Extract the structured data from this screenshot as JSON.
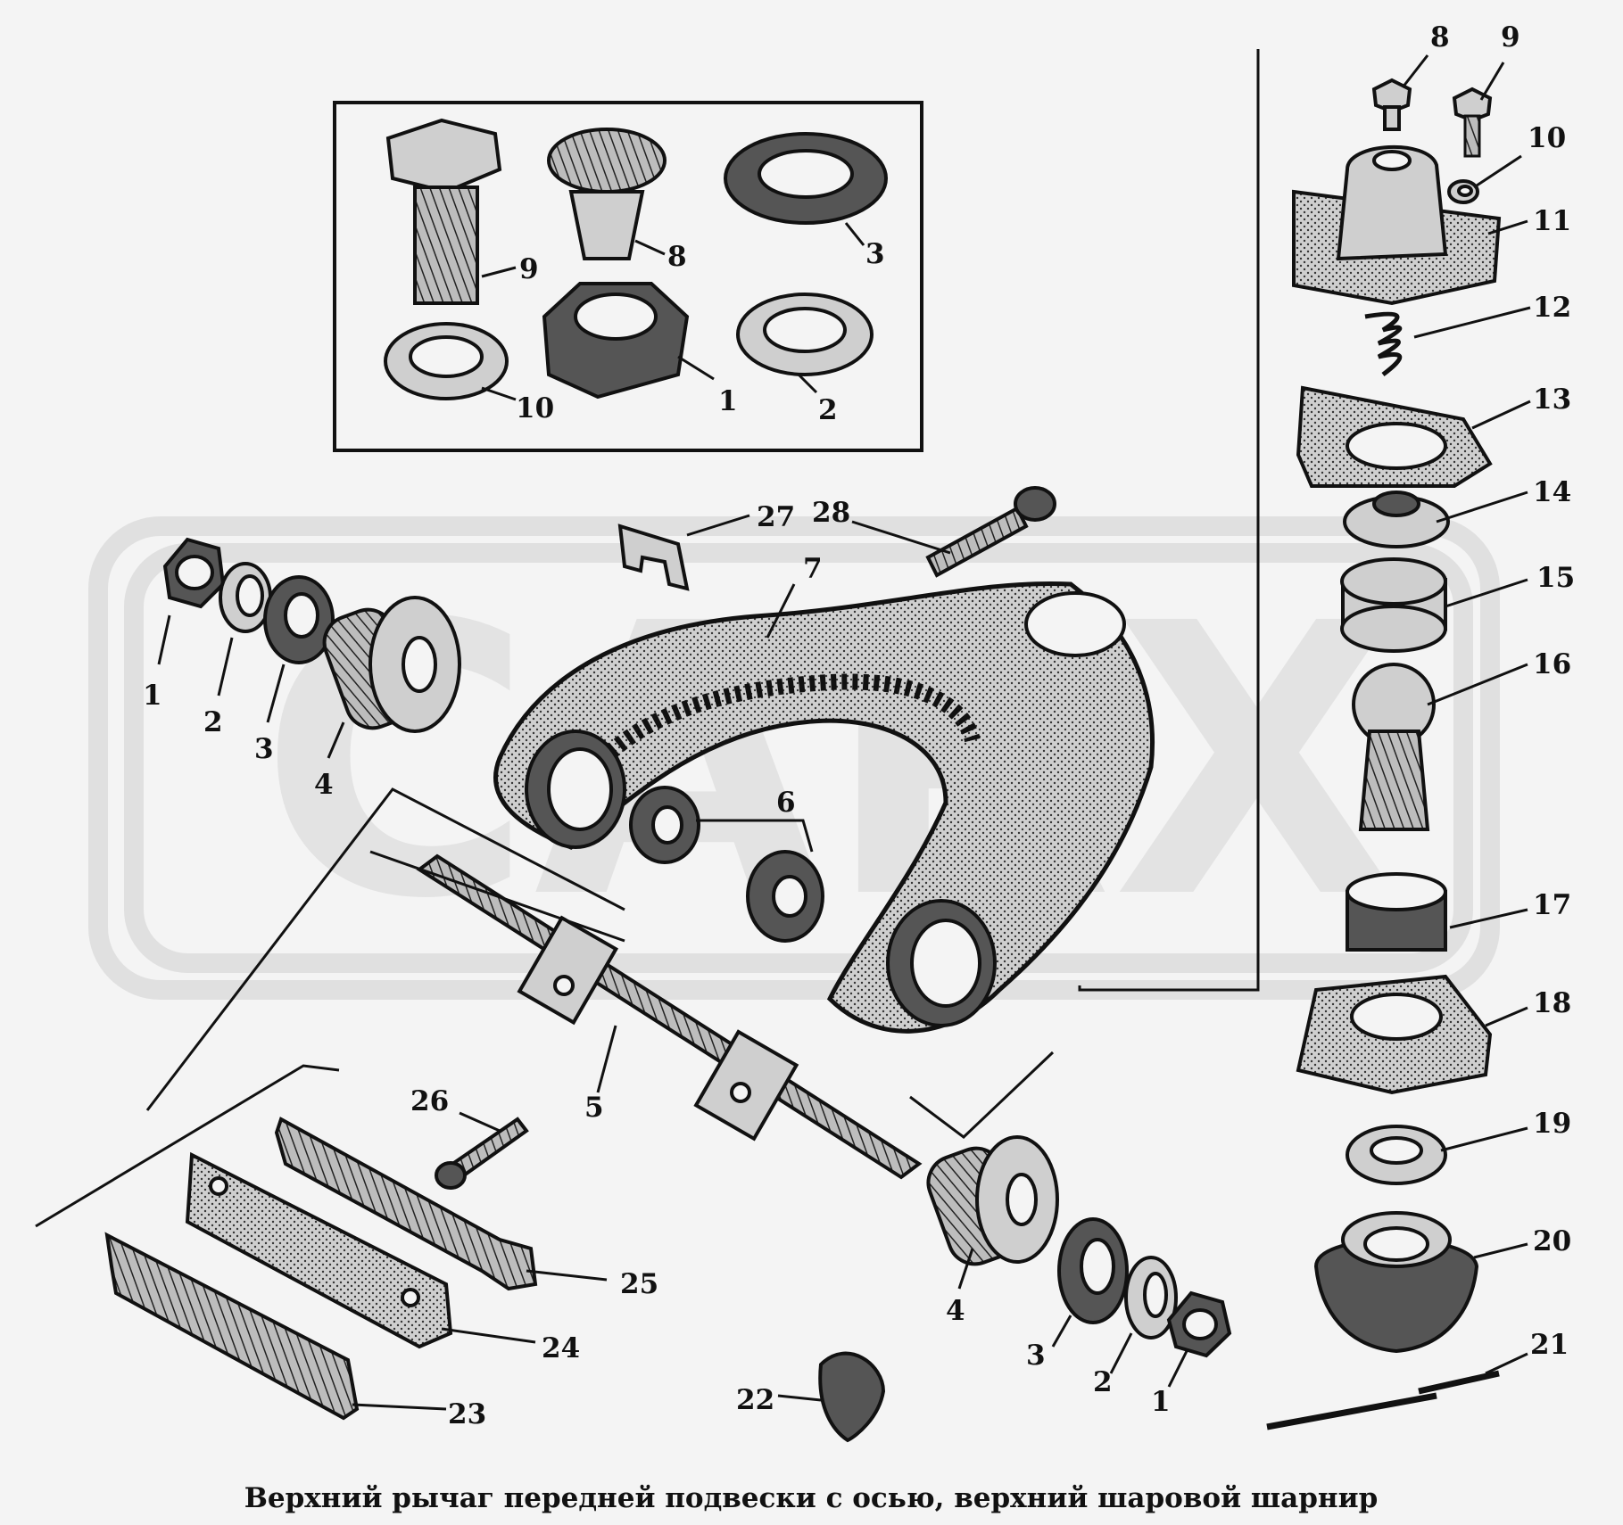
{
  "caption": "Верхний рычаг передней подвески с осью, верхний шаровой шарнир",
  "watermark": "CARX",
  "callouts": [
    {
      "id": "inset-9",
      "text": "9"
    },
    {
      "id": "inset-8",
      "text": "8"
    },
    {
      "id": "inset-3",
      "text": "3"
    },
    {
      "id": "inset-10",
      "text": "10"
    },
    {
      "id": "inset-1",
      "text": "1"
    },
    {
      "id": "inset-2",
      "text": "2"
    },
    {
      "id": "left-1",
      "text": "1"
    },
    {
      "id": "left-2",
      "text": "2"
    },
    {
      "id": "left-3",
      "text": "3"
    },
    {
      "id": "left-4",
      "text": "4"
    },
    {
      "id": "arm-27",
      "text": "27"
    },
    {
      "id": "arm-28",
      "text": "28"
    },
    {
      "id": "arm-7",
      "text": "7"
    },
    {
      "id": "arm-6",
      "text": "6"
    },
    {
      "id": "shaft-5",
      "text": "5"
    },
    {
      "id": "bolt-26",
      "text": "26"
    },
    {
      "id": "plate-25",
      "text": "25"
    },
    {
      "id": "plate-24",
      "text": "24"
    },
    {
      "id": "plate-23",
      "text": "23"
    },
    {
      "id": "cap-22",
      "text": "22"
    },
    {
      "id": "right-4",
      "text": "4"
    },
    {
      "id": "right-3",
      "text": "3"
    },
    {
      "id": "right-2",
      "text": "2"
    },
    {
      "id": "right-1",
      "text": "1"
    },
    {
      "id": "joint-8",
      "text": "8"
    },
    {
      "id": "joint-9",
      "text": "9"
    },
    {
      "id": "joint-10",
      "text": "10"
    },
    {
      "id": "joint-11",
      "text": "11"
    },
    {
      "id": "joint-12",
      "text": "12"
    },
    {
      "id": "joint-13",
      "text": "13"
    },
    {
      "id": "joint-14",
      "text": "14"
    },
    {
      "id": "joint-15",
      "text": "15"
    },
    {
      "id": "joint-16",
      "text": "16"
    },
    {
      "id": "joint-17",
      "text": "17"
    },
    {
      "id": "joint-18",
      "text": "18"
    },
    {
      "id": "joint-19",
      "text": "19"
    },
    {
      "id": "joint-20",
      "text": "20"
    },
    {
      "id": "joint-21",
      "text": "21"
    }
  ]
}
